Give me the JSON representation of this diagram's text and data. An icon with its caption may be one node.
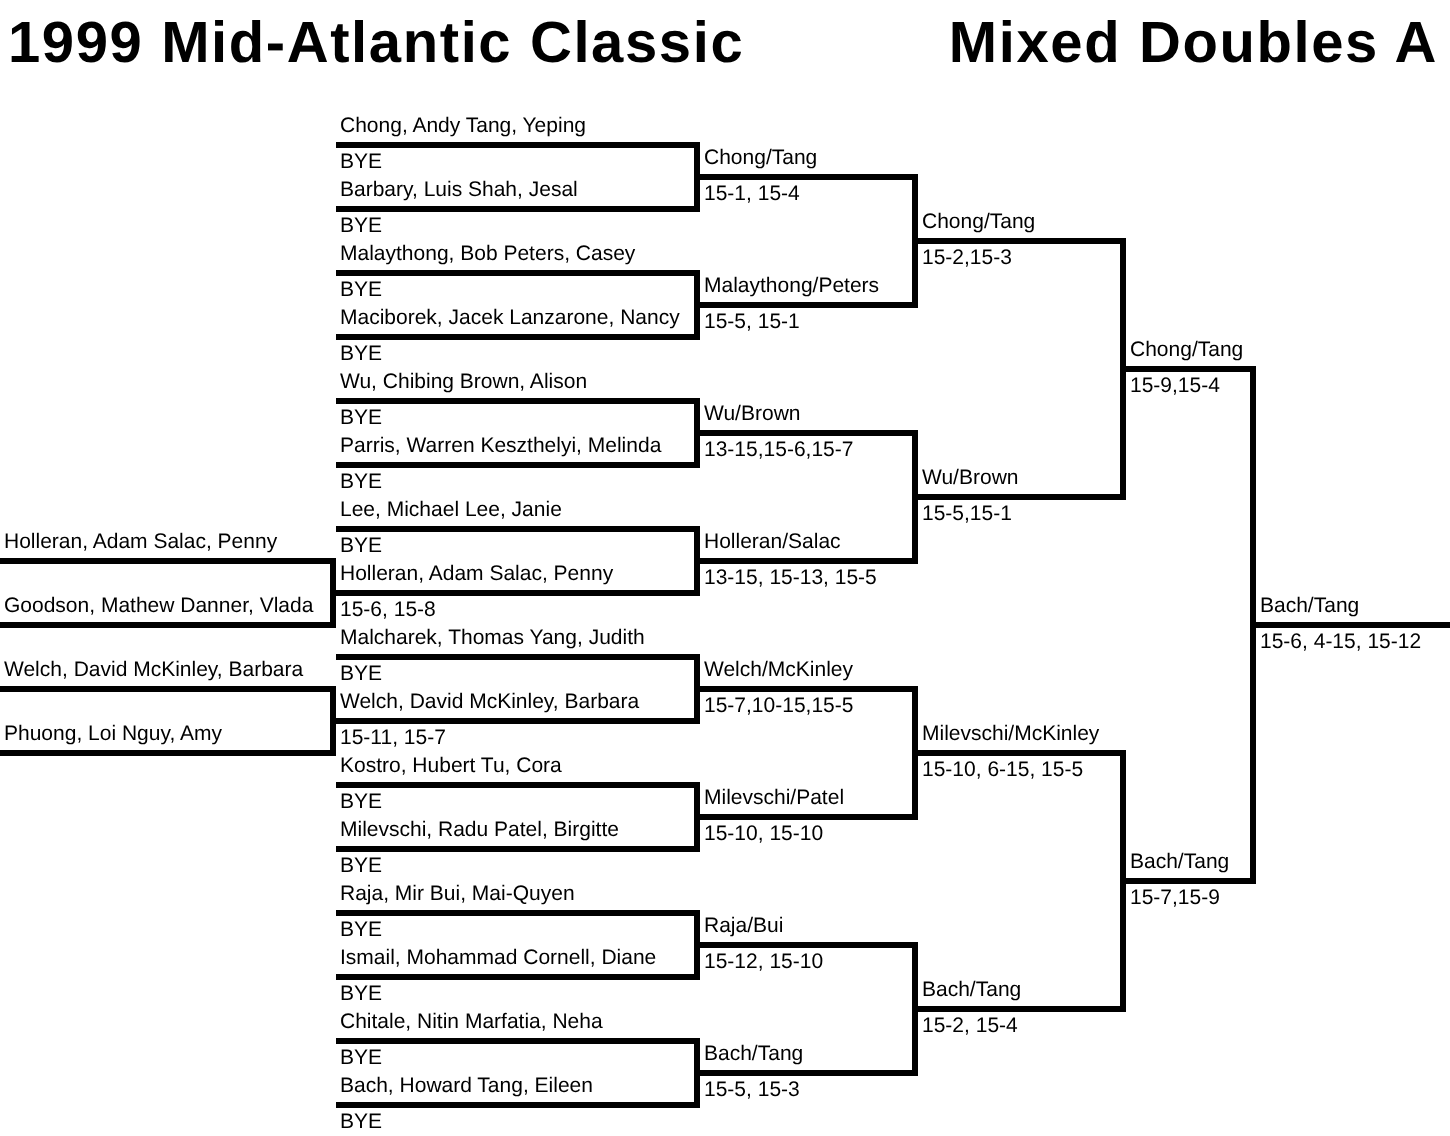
{
  "diagram": {
    "title": "1999 Mid-Atlantic Classic",
    "nodes": [
      {
        "text": [
          "Holleran, Adam Salac, Penny"
        ]
      },
      {
        "text": [
          "Goodson, Mathew Danner, Vlada"
        ]
      },
      {
        "text": [
          "Welch, David McKinley, Barbara"
        ]
      },
      {
        "text": [
          "Phuong, Loi Nguy, Amy"
        ]
      },
      {
        "text": [
          "Chong, Andy Tang, Yeping",
          "BYE"
        ]
      },
      {
        "text": [
          "Barbary, Luis Shah, Jesal",
          "BYE"
        ]
      },
      {
        "text": [
          "Malaythong, Bob Peters, Casey",
          "BYE"
        ]
      },
      {
        "text": [
          "Maciborek, Jacek Lanzarone, Nancy",
          "BYE"
        ]
      },
      {
        "text": [
          "Wu, Chibing Brown, Alison",
          "BYE"
        ]
      },
      {
        "text": [
          "Parris, Warren Keszthelyi, Melinda",
          "BYE"
        ]
      },
      {
        "text": [
          "Lee, Michael Lee, Janie",
          "BYE"
        ]
      },
      {
        "text": [
          "Holleran, Adam Salac, Penny",
          "15-6, 15-8"
        ]
      },
      {
        "text": [
          "Malcharek, Thomas Yang, Judith",
          "BYE"
        ]
      },
      {
        "text": [
          "Welch, David McKinley, Barbara",
          "15-11, 15-7"
        ]
      },
      {
        "text": [
          "Kostro, Hubert Tu, Cora",
          "BYE"
        ]
      },
      {
        "text": [
          "Milevschi, Radu Patel, Birgitte",
          "BYE"
        ]
      },
      {
        "text": [
          "Raja, Mir Bui, Mai-Quyen",
          "BYE"
        ]
      },
      {
        "text": [
          "Ismail, Mohammad Cornell, Diane",
          "BYE"
        ]
      },
      {
        "text": [
          "Chitale, Nitin Marfatia, Neha",
          "BYE"
        ]
      },
      {
        "text": [
          "Bach, Howard Tang, Eileen",
          "BYE"
        ]
      },
      {
        "text": [
          "Chong/Tang",
          "15-1, 15-4"
        ]
      },
      {
        "text": [
          "Malaythong/Peters",
          "15-5, 15-1"
        ]
      },
      {
        "text": [
          "Wu/Brown",
          "13-15,15-6,15-7"
        ]
      },
      {
        "text": [
          "Holleran/Salac",
          "13-15, 15-13, 15-5"
        ]
      },
      {
        "text": [
          "Welch/McKinley",
          "15-7,10-15,15-5"
        ]
      },
      {
        "text": [
          "Milevschi/Patel",
          "15-10, 15-10"
        ]
      },
      {
        "text": [
          "Raja/Bui",
          "15-12, 15-10"
        ]
      },
      {
        "text": [
          "Bach/Tang",
          "15-5, 15-3"
        ]
      },
      {
        "text": [
          "Chong/Tang",
          "15-2,15-3"
        ]
      },
      {
        "text": [
          "Wu/Brown",
          "15-5,15-1"
        ]
      },
      {
        "text": [
          "Milevschi/McKinley",
          "15-10, 6-15, 15-5"
        ]
      },
      {
        "text": [
          "Bach/Tang",
          "15-2, 15-4"
        ]
      },
      {
        "text": [
          "Chong/Tang",
          "15-9,15-4"
        ]
      },
      {
        "text": [
          "Bach/Tang",
          "15-7,15-9"
        ]
      },
      {
        "text": [
          "Bach/Tang",
          "15-6, 4-15, 15-12"
        ]
      }
    ],
    "edges": [
      {
        "from": 0,
        "to": 11,
        "arrow": "none"
      },
      {
        "from": 1,
        "to": 11,
        "arrow": "none"
      },
      {
        "from": 2,
        "to": 13,
        "arrow": "none"
      },
      {
        "from": 3,
        "to": 13,
        "arrow": "none"
      },
      {
        "from": 4,
        "to": 20,
        "arrow": "none"
      },
      {
        "from": 5,
        "to": 20,
        "arrow": "none"
      },
      {
        "from": 6,
        "to": 21,
        "arrow": "none"
      },
      {
        "from": 7,
        "to": 21,
        "arrow": "none"
      },
      {
        "from": 8,
        "to": 22,
        "arrow": "none"
      },
      {
        "from": 9,
        "to": 22,
        "arrow": "none"
      },
      {
        "from": 10,
        "to": 23,
        "arrow": "none"
      },
      {
        "from": 11,
        "to": 23,
        "arrow": "none"
      },
      {
        "from": 12,
        "to": 24,
        "arrow": "none"
      },
      {
        "from": 13,
        "to": 24,
        "arrow": "none"
      },
      {
        "from": 14,
        "to": 25,
        "arrow": "none"
      },
      {
        "from": 15,
        "to": 25,
        "arrow": "none"
      },
      {
        "from": 16,
        "to": 26,
        "arrow": "none"
      },
      {
        "from": 17,
        "to": 26,
        "arrow": "none"
      },
      {
        "from": 18,
        "to": 27,
        "arrow": "none"
      },
      {
        "from": 19,
        "to": 27,
        "arrow": "none"
      },
      {
        "from": 20,
        "to": 28,
        "arrow": "none"
      },
      {
        "from": 21,
        "to": 28,
        "arrow": "none"
      },
      {
        "from": 22,
        "to": 29,
        "arrow": "none"
      },
      {
        "from": 23,
        "to": 29,
        "arrow": "none"
      },
      {
        "from": 24,
        "to": 30,
        "arrow": "none"
      },
      {
        "from": 25,
        "to": 30,
        "arrow": "none"
      },
      {
        "from": 26,
        "to": 31,
        "arrow": "none"
      },
      {
        "from": 27,
        "to": 31,
        "arrow": "none"
      },
      {
        "from": 28,
        "to": 32,
        "arrow": "none"
      },
      {
        "from": 29,
        "to": 32,
        "arrow": "none"
      },
      {
        "from": 30,
        "to": 33,
        "arrow": "none"
      },
      {
        "from": 31,
        "to": 33,
        "arrow": "none"
      },
      {
        "from": 32,
        "to": 34,
        "arrow": "none"
      },
      {
        "from": 33,
        "to": 34,
        "arrow": "none"
      }
    ],
    "labels": [
      "Mixed Doubles A"
    ]
  }
}
